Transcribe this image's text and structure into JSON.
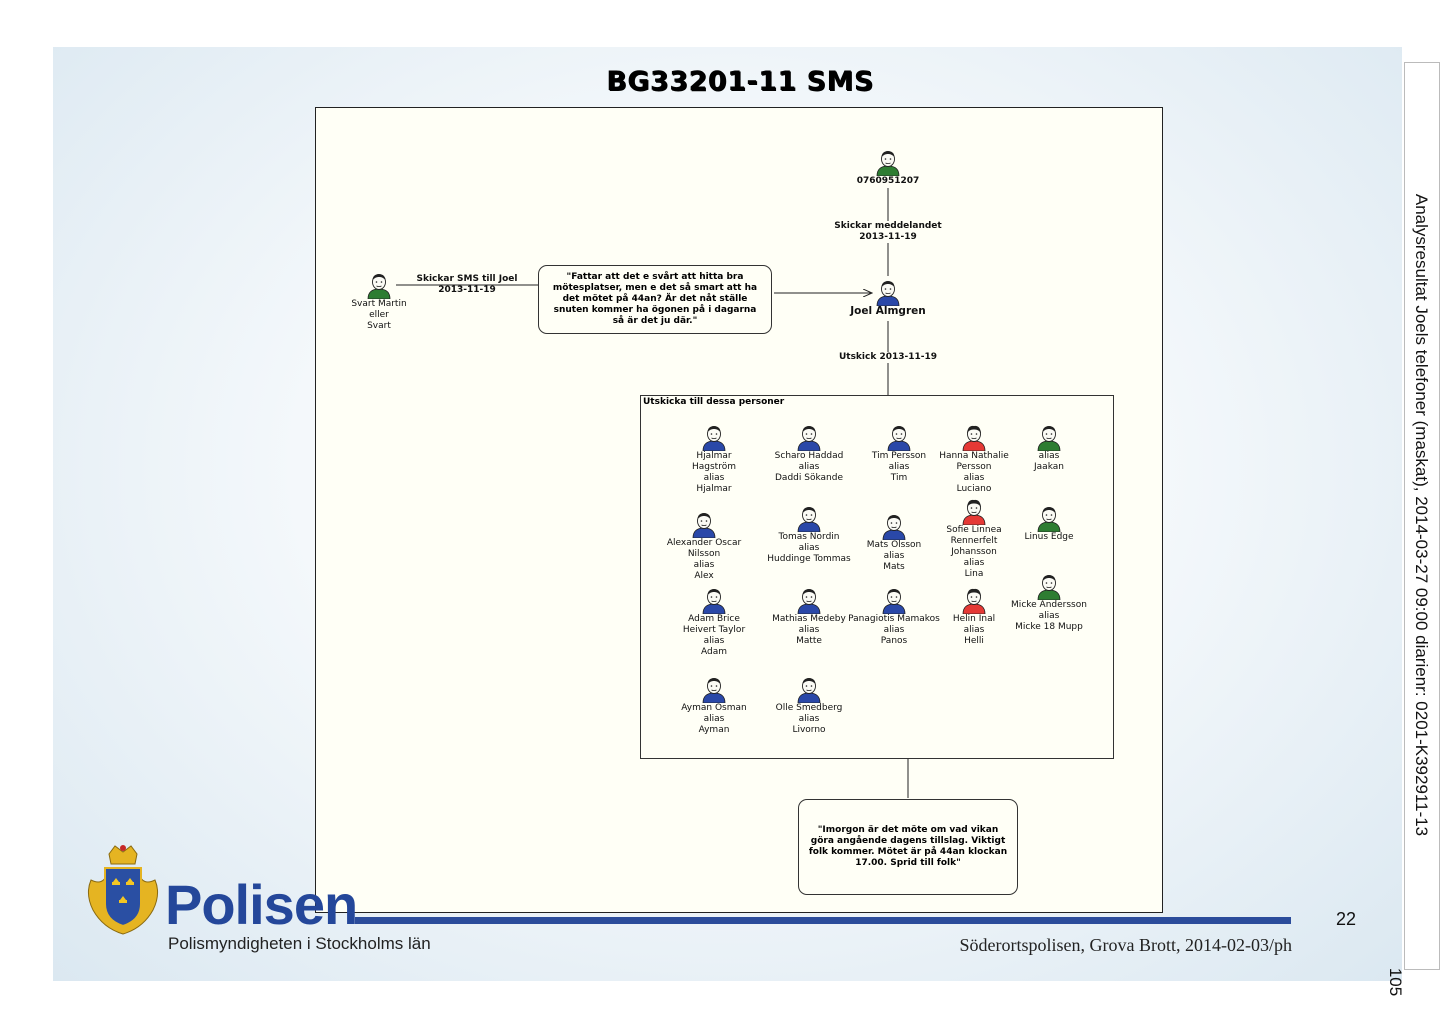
{
  "slide": {
    "title": "BG33201-11 SMS",
    "page_number": "22",
    "logo_text": "Polisen",
    "subtitle": "Polismyndigheten i Stockholms län",
    "footer_right": "Söderortspolisen, Grova Brott, 2014-02-03/ph",
    "side_text": "Analysresultat Joels telefoner (maskat), 2014-03-27 09:00   diarienr: 0201-K392911-13",
    "side_number": "105"
  },
  "diagram": {
    "nodes": {
      "phone": {
        "label": "0760951207",
        "color": "#2e7d32"
      },
      "joel": {
        "label": "Joel Almgren",
        "color": "#2a48a8"
      },
      "svart": {
        "label": "Svart Martin\neller\nSvart",
        "color": "#2e7d32"
      }
    },
    "edges": {
      "phone_to_joel": "Skickar meddelandet\n2013-11-19",
      "svart_to_msg": "Skickar SMS till Joel\n2013-11-19",
      "joel_to_group": "Utskick 2013-11-19"
    },
    "messages": {
      "sms1": "\"Fattar att det e svårt att hitta bra mötesplatser, men e det så smart att ha det mötet på 44an? Är det nåt ställe snuten kommer ha ögonen på i dagarna så är det ju där.\"",
      "sms2": "\"Imorgon är det möte om vad vikan göra angående dagens tillslag.  Viktigt folk kommer. Mötet är på 44an klockan 17.00. Sprid till folk\""
    },
    "group": {
      "title": "Utskicka till dessa personer",
      "persons": [
        {
          "label": "Hjalmar Hagström\nalias\nHjalmar",
          "color": "#2a48a8"
        },
        {
          "label": "Scharo Haddad\nalias\nDaddi Sökande",
          "color": "#2a48a8"
        },
        {
          "label": "Tim Persson\nalias\nTim",
          "color": "#2a48a8"
        },
        {
          "label": "Hanna Nathalie\nPersson\nalias\nLuciano",
          "color": "#e53935"
        },
        {
          "label": "alias\nJaakan",
          "color": "#2e7d32"
        },
        {
          "label": "Alexander Oscar Nilsson\nalias\nAlex",
          "color": "#2a48a8"
        },
        {
          "label": "Tomas Nordin\nalias\nHuddinge Tommas",
          "color": "#2a48a8"
        },
        {
          "label": "Mats Olsson\nalias\nMats",
          "color": "#2a48a8"
        },
        {
          "label": "Sofie Linnea\nRennerfelt\nJohansson\nalias\nLina",
          "color": "#e53935"
        },
        {
          "label": "Linus Edge",
          "color": "#2e7d32"
        },
        {
          "label": "Adam Brice\nHeivert Taylor\nalias\nAdam",
          "color": "#2a48a8"
        },
        {
          "label": "Mathias Medeby\nalias\nMatte",
          "color": "#2a48a8"
        },
        {
          "label": "Panagiotis Mamakos\nalias\nPanos",
          "color": "#2a48a8"
        },
        {
          "label": "Helin Inal\nalias\nHelli",
          "color": "#e53935"
        },
        {
          "label": "Micke Andersson\nalias\nMicke 18 Mupp",
          "color": "#2e7d32"
        },
        {
          "label": "Ayman Osman\nalias\nAyman",
          "color": "#2a48a8"
        },
        {
          "label": "Olle Smedberg\nalias\nLivorno",
          "color": "#2a48a8"
        }
      ]
    }
  }
}
